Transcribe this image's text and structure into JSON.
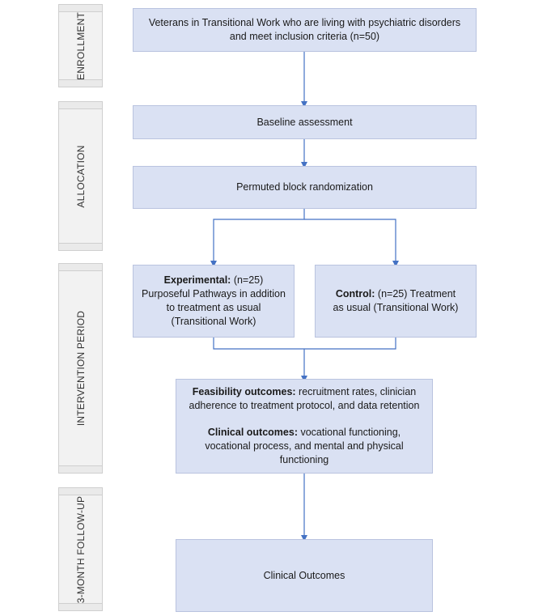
{
  "phases": {
    "enrollment": "ENROLLMENT",
    "allocation": "ALLOCATION",
    "intervention": "INTERVENTION PERIOD",
    "followup": "3-MONTH FOLLOW-UP"
  },
  "boxes": {
    "enrollment_line1": "Veterans in Transitional Work who are living with psychiatric disorders",
    "enrollment_line2": "and meet inclusion criteria (n=50)",
    "baseline": "Baseline assessment",
    "randomization": "Permuted block randomization",
    "experimental_head": "Experimental:",
    "experimental_text": " (n=25) Purposeful Pathways in addition to treatment as usual (Transitional Work)",
    "control_head": "Control:",
    "control_text": " (n=25) Treatment as usual (Transitional Work)",
    "feasibility_head": "Feasibility outcomes:",
    "feasibility_text": " recruitment rates, clinician adherence to treatment protocol, and data retention",
    "clinical_head": "Clinical outcomes:",
    "clinical_text": " vocational functioning, vocational process, and mental and physical functioning",
    "final": "Clinical Outcomes"
  },
  "colors": {
    "box_fill": "#dae1f3",
    "box_border": "#b9c3df",
    "arrow": "#4472c4",
    "phase_fill": "#f2f2f2"
  }
}
